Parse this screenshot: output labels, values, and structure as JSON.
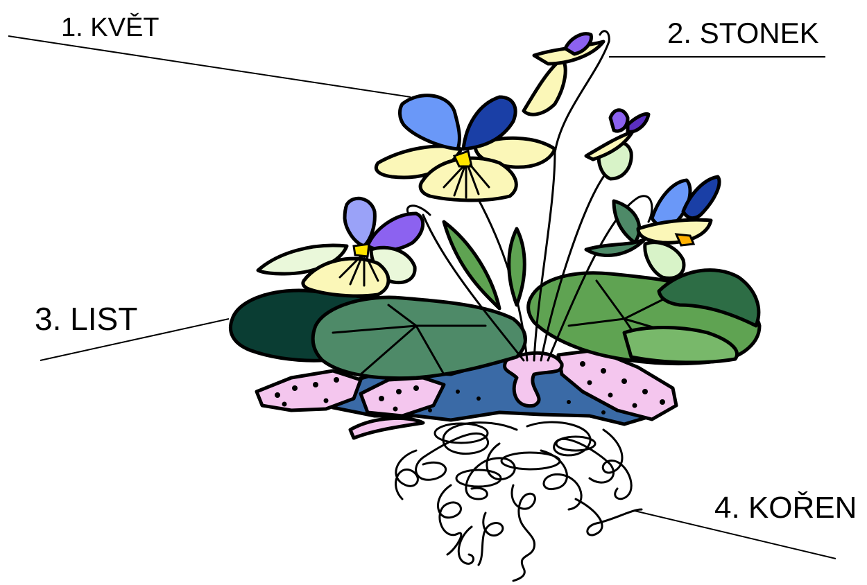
{
  "labels": {
    "flower": "1. KVĚT",
    "stem": "2. STONEK",
    "leaf": "3. LIST",
    "root": "4. KOŘEN"
  },
  "colors": {
    "petal_blue": "#6a98f8",
    "petal_darkblue": "#1a3fa6",
    "petal_violet": "#8c62f0",
    "petal_lavender": "#9aa2f8",
    "petal_cream": "#fbf7b8",
    "petal_pale_green": "#eaf8da",
    "leaf_dark": "#0a3d33",
    "leaf_mid": "#4e8a68",
    "leaf_light": "#78b86a",
    "leaf_green": "#5fa352",
    "bud_green": "#d8f3c8",
    "root_pink": "#f4c6ee",
    "soil_blue": "#3a6aa6",
    "flower_eye": "#ffe400"
  }
}
